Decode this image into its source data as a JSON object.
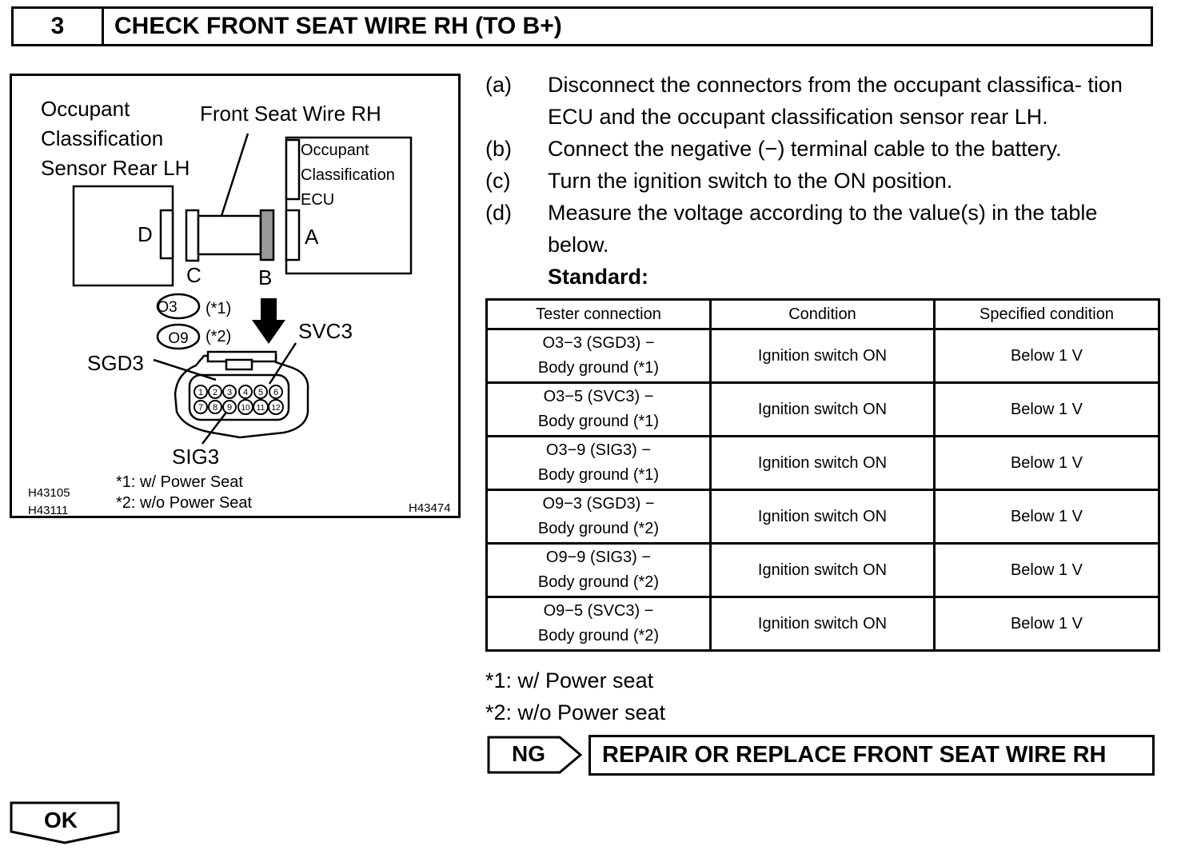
{
  "header": {
    "step_number": "3",
    "title": "CHECK FRONT SEAT WIRE RH (TO B+)"
  },
  "illustration": {
    "label_sensor_line1": "Occupant",
    "label_sensor_line2": "Classification",
    "label_sensor_line3": "Sensor Rear LH",
    "label_wire": "Front Seat Wire RH",
    "label_ecu_line1": "Occupant",
    "label_ecu_line2": "Classification",
    "label_ecu_line3": "ECU",
    "conn_a": "A",
    "conn_b": "B",
    "conn_c": "C",
    "conn_d": "D",
    "code_o3": "O3",
    "code_o9": "O9",
    "tag_1": "(*1)",
    "tag_2": "(*2)",
    "pin_svc3": "SVC3",
    "pin_sgd3": "SGD3",
    "pin_sig3": "SIG3",
    "pins_row1": [
      "1",
      "2",
      "3",
      "4",
      "5",
      "6"
    ],
    "pins_row2": [
      "7",
      "8",
      "9",
      "10",
      "11",
      "12"
    ],
    "footnote_1": "*1: w/ Power Seat",
    "footnote_2": "*2: w/o Power Seat",
    "ref_1": "H43105",
    "ref_2": "H43111",
    "ref_3": "H43474"
  },
  "steps": [
    {
      "key": "(a)",
      "text": "Disconnect the connectors from the occupant classifica- tion ECU and the occupant classification sensor rear LH."
    },
    {
      "key": "(b)",
      "text": "Connect the negative (−) terminal cable to the battery."
    },
    {
      "key": "(c)",
      "text": "Turn the ignition switch to the ON position."
    },
    {
      "key": "(d)",
      "text": "Measure the voltage according to the value(s) in the table below."
    }
  ],
  "standard_label": "Standard:",
  "table": {
    "headers": [
      "Tester connection",
      "Condition",
      "Specified condition"
    ],
    "rows": [
      {
        "conn1": "O3−3 (SGD3) −",
        "conn2": "Body ground (*1)",
        "condition": "Ignition switch ON",
        "spec": "Below 1 V"
      },
      {
        "conn1": "O3−5 (SVC3) −",
        "conn2": "Body ground (*1)",
        "condition": "Ignition switch ON",
        "spec": "Below 1 V"
      },
      {
        "conn1": "O3−9 (SIG3) −",
        "conn2": "Body ground (*1)",
        "condition": "Ignition switch ON",
        "spec": "Below 1 V"
      },
      {
        "conn1": "O9−3 (SGD3) −",
        "conn2": "Body ground (*2)",
        "condition": "Ignition switch ON",
        "spec": "Below 1 V"
      },
      {
        "conn1": "O9−9 (SIG3) −",
        "conn2": "Body ground (*2)",
        "condition": "Ignition switch ON",
        "spec": "Below 1 V"
      },
      {
        "conn1": "O9−5 (SVC3) −",
        "conn2": "Body ground (*2)",
        "condition": "Ignition switch ON",
        "spec": "Below 1 V"
      }
    ]
  },
  "notes": [
    "*1: w/ Power seat",
    "*2: w/o Power seat"
  ],
  "ng": {
    "label": "NG",
    "action": "REPAIR OR REPLACE FRONT SEAT WIRE RH"
  },
  "ok": {
    "label": "OK"
  }
}
